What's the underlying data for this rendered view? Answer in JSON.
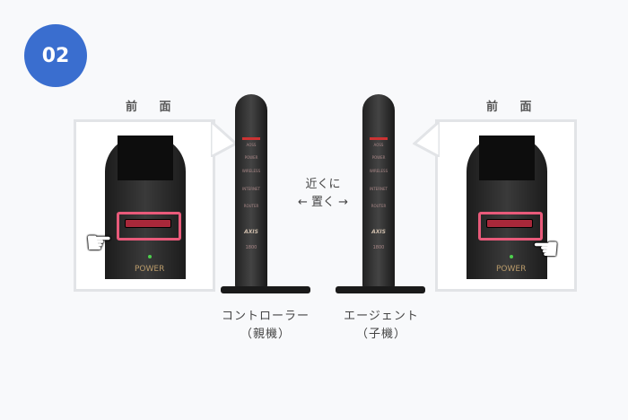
{
  "step_badge": "02",
  "left": {
    "view_label": "前 面",
    "power_label": "POWER",
    "caption_line1": "コントローラー",
    "caption_line2": "（親機）"
  },
  "right": {
    "view_label": "前 面",
    "power_label": "POWER",
    "caption_line1": "エージェント",
    "caption_line2": "（子機）"
  },
  "center": {
    "line1": "近くに",
    "line2": "← 置く →"
  },
  "router": {
    "leds": [
      "AOSS",
      "POWER",
      "WIRELESS",
      "INTERNET",
      "ROUTER"
    ],
    "brand": "AXIS",
    "model": "1800"
  },
  "colors": {
    "badge": "#3a6ecf",
    "highlight": "#e85a7a"
  }
}
